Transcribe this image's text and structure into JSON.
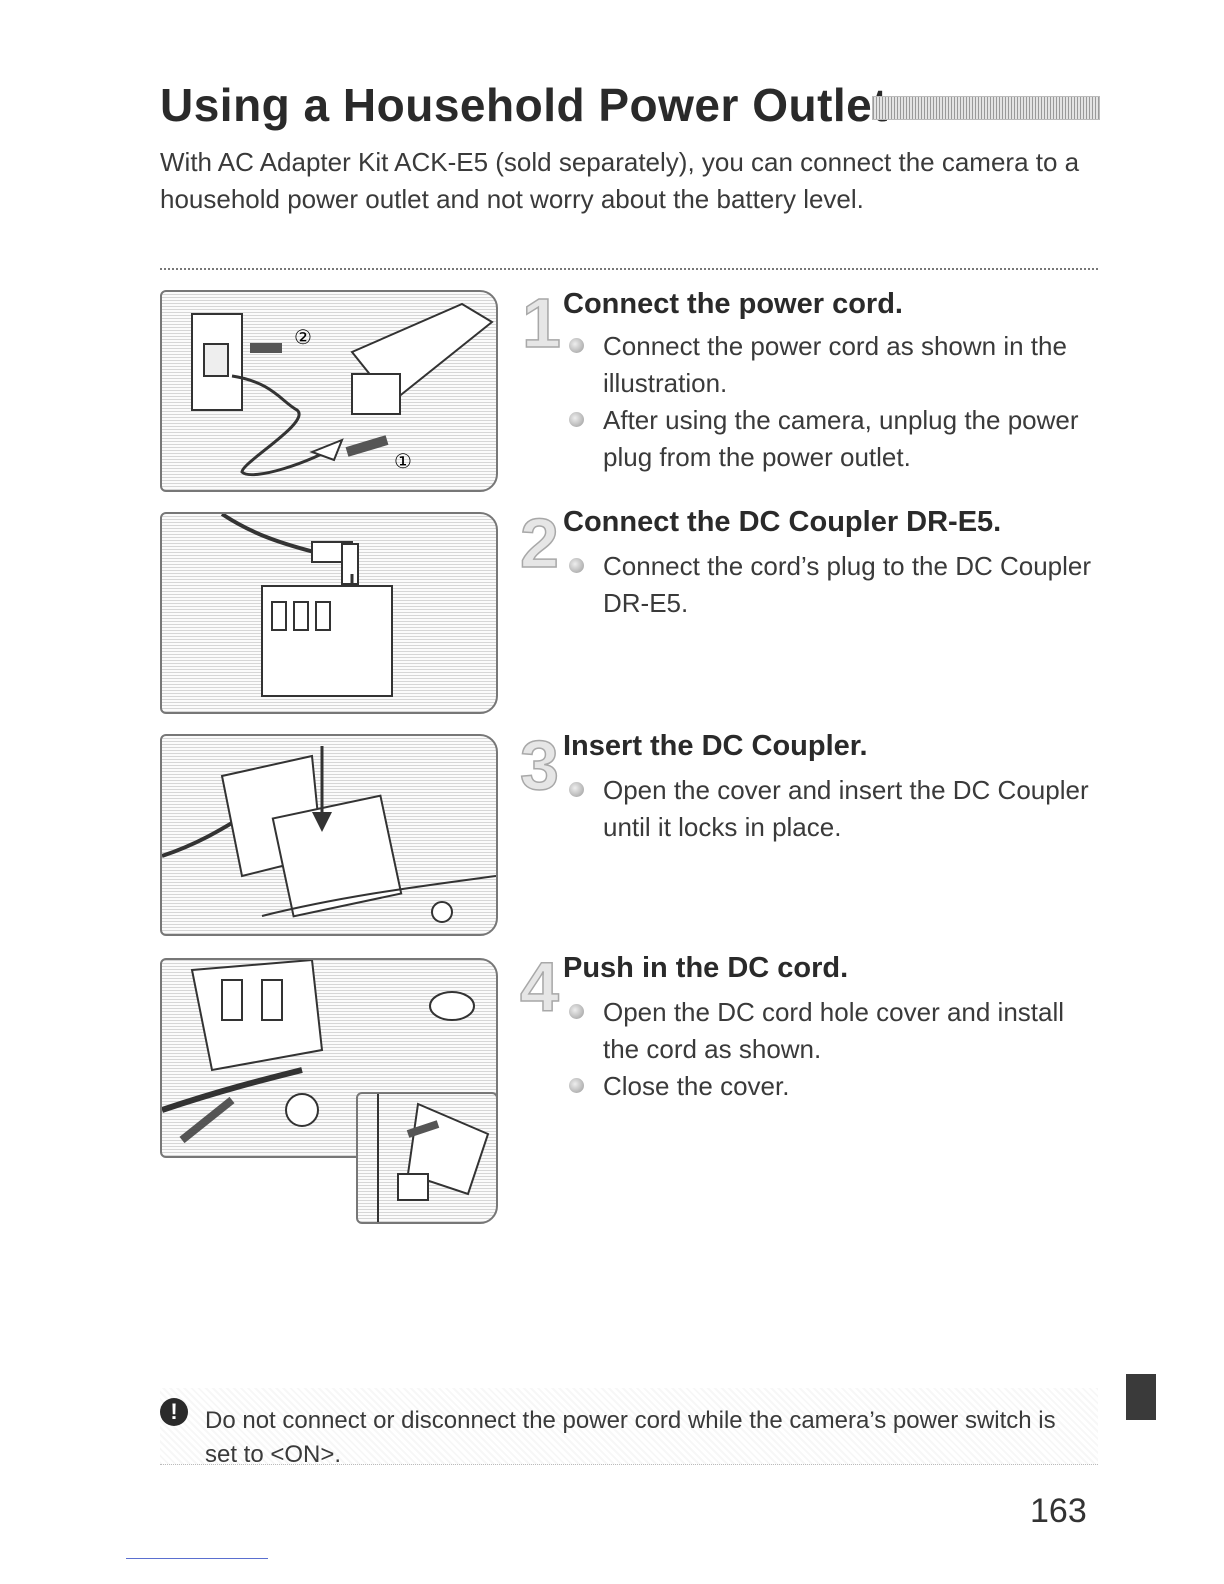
{
  "title": "Using a Household Power Outlet",
  "intro": "With AC Adapter Kit ACK-E5 (sold separately), you can connect the camera to a household power outlet and not worry about the battery level.",
  "steps": [
    {
      "number": "1",
      "title": "Connect the power cord.",
      "bullets": [
        "Connect the power cord as shown in the illustration.",
        "After using the camera, unplug the power plug from the power outlet."
      ],
      "callouts": [
        "②",
        "①"
      ]
    },
    {
      "number": "2",
      "title": "Connect the DC Coupler DR-E5.",
      "bullets": [
        "Connect the cord’s plug to the DC Coupler DR-E5."
      ]
    },
    {
      "number": "3",
      "title": "Insert the DC Coupler.",
      "bullets": [
        "Open the cover and insert the DC Coupler until it locks in place."
      ]
    },
    {
      "number": "4",
      "title": "Push in the DC cord.",
      "bullets": [
        "Open the DC cord hole cover and install the cord as shown.",
        "Close the cover."
      ]
    }
  ],
  "caution": {
    "icon": "caution-icon",
    "text": "Do not connect or disconnect the power cord while the camera’s power switch is set to <ON>."
  },
  "page_number": "163"
}
